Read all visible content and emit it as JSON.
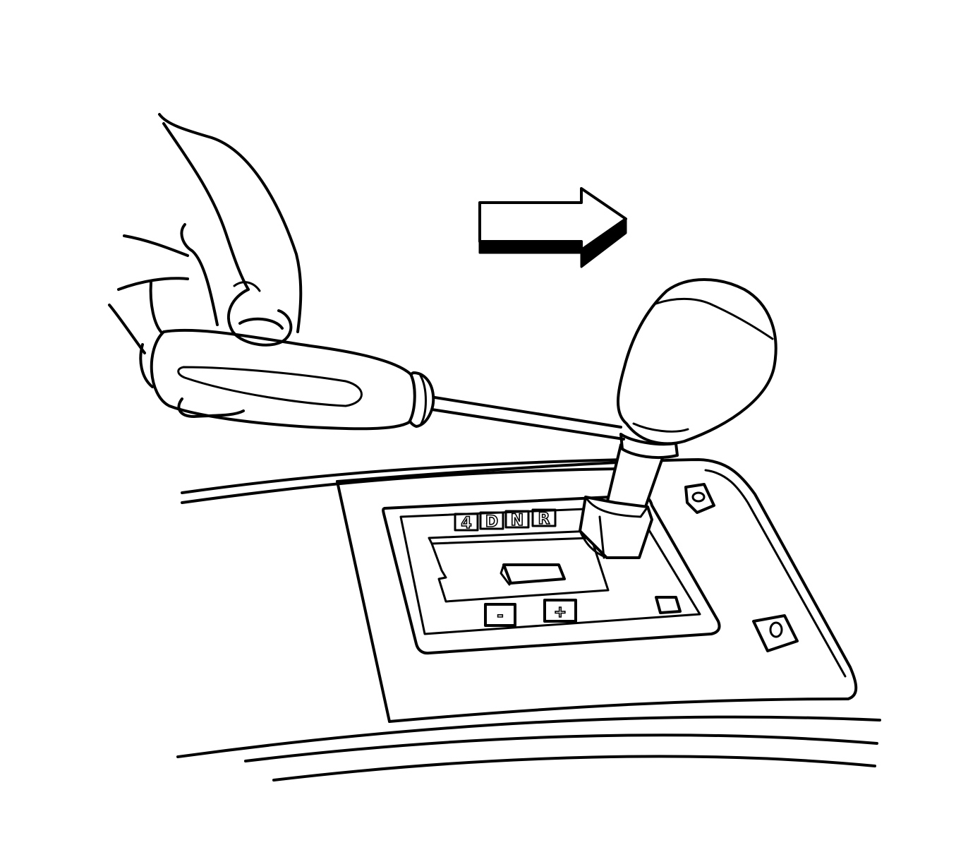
{
  "gear_positions": [
    "4",
    "D",
    "N",
    "R"
  ],
  "manual_labels": {
    "minus": "-",
    "plus": "+"
  },
  "direction_arrow": "right-arrow-icon"
}
